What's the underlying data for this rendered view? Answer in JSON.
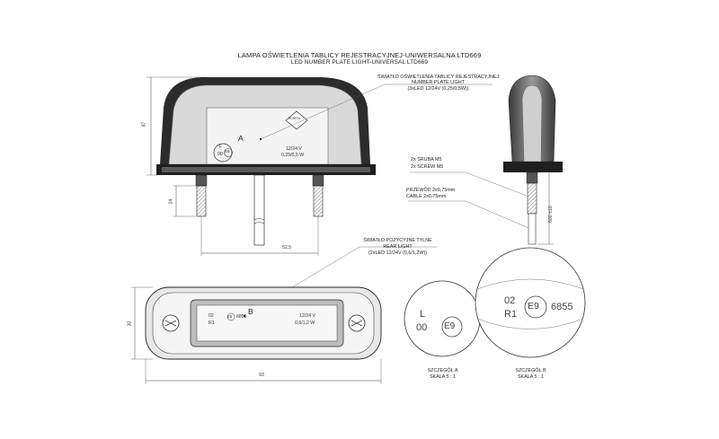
{
  "title": {
    "line1": "LAMPA OŚWIETLENIA TABLICY REJESTRACYJNEJ-UNIWERSALNA LTD669",
    "line2": "LED NUMBER PLATE LIGHT-UNIVERSAL LTD669"
  },
  "callouts": {
    "plate_light": [
      "ŚWIATŁO OŚWIETLENIA TABLICY REJESTRACYJNEJ",
      "NUMBER PLATE LIGHT",
      "(3xLED 12/24V (0,25/0,5W))"
    ],
    "position_light": [
      "ŚWIATŁO POZYCYJNE TYLNE",
      "REAR LIGHT",
      "(2xLED 12/24V (0,6/1,2W))"
    ],
    "screws": [
      "2x ŚRUBA M5",
      "2x SCREW M5"
    ],
    "cable": [
      "PRZEWÓD 2x0,75mm",
      "CABLE 2x0,75mm"
    ]
  },
  "front_view": {
    "label": "A",
    "marking_l": "L",
    "marking_num": "00",
    "marking_e": "E9",
    "voltage": "12/24 V",
    "watts": "0,25/0,5 W",
    "logo": "HORPOL"
  },
  "bottom_view": {
    "label": "B",
    "marking_02": "02",
    "marking_r1": "R1",
    "marking_e": "E9",
    "marking_num": "6855",
    "voltage": "12/24 V",
    "watts": "0,6/1,2 W"
  },
  "dimensions": {
    "height": "47",
    "thread": "14",
    "spacing": "52,5",
    "width_bottom": "93",
    "depth_bottom": "30",
    "cable_length": "500 ±10"
  },
  "detail_a": {
    "l": "L",
    "num": "00",
    "e": "E9",
    "caption1": "SZCZEGÓŁ A",
    "caption2": "SKALA 5 : 1"
  },
  "detail_b": {
    "num02": "02",
    "r1": "R1",
    "e": "E9",
    "num": "6855",
    "caption1": "SZCZEGÓŁ B",
    "caption2": "SKALA 5 : 1"
  }
}
